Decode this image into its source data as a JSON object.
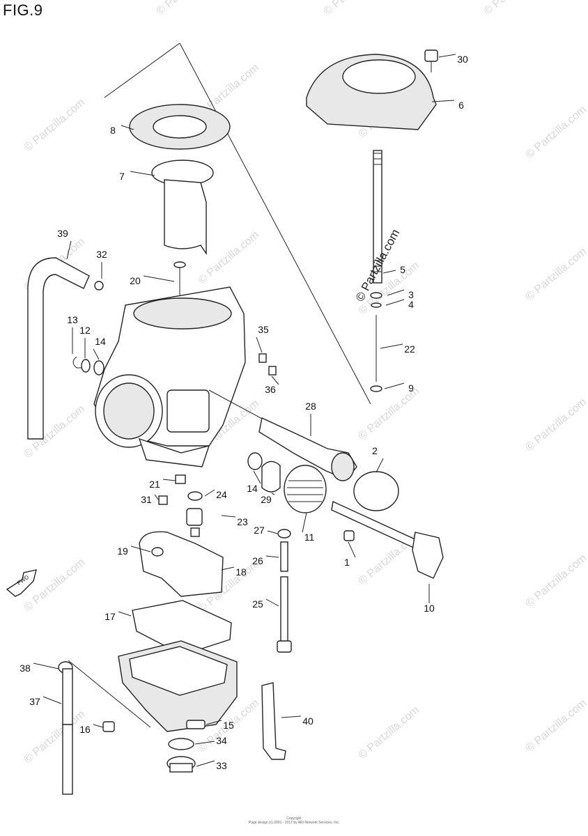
{
  "figure": {
    "title": "FIG.9"
  },
  "watermark": {
    "text": "© Partzilla.com"
  },
  "callouts": [
    "1",
    "2",
    "3",
    "4",
    "5",
    "6",
    "7",
    "8",
    "9",
    "10",
    "11",
    "12",
    "13",
    "14",
    "14",
    "15",
    "16",
    "17",
    "18",
    "19",
    "20",
    "21",
    "22",
    "23",
    "24",
    "25",
    "26",
    "27",
    "28",
    "29",
    "30",
    "31",
    "32",
    "33",
    "34",
    "35",
    "36",
    "37",
    "38",
    "39",
    "40"
  ],
  "footer": {
    "line1": "Copyright",
    "line2": "Page design (c) 2001 - 2017 by ARI Network Services, Inc."
  }
}
